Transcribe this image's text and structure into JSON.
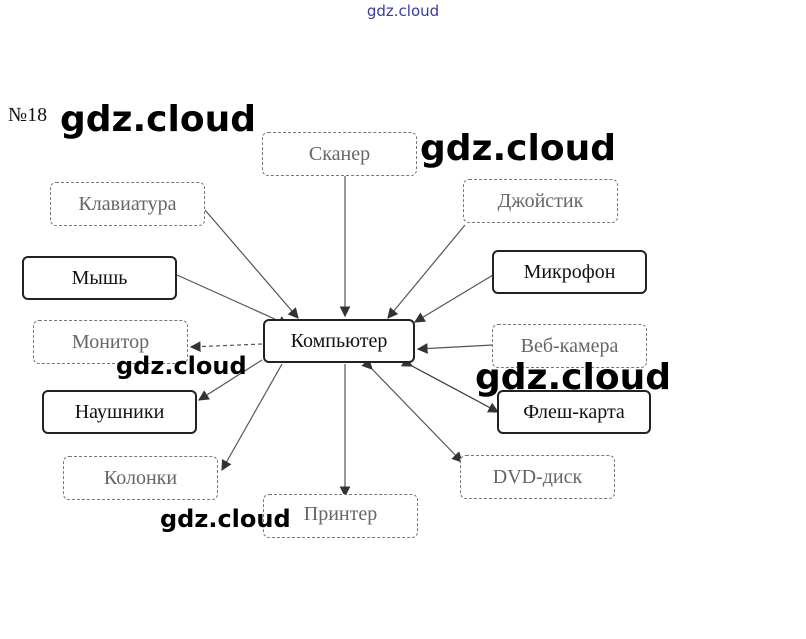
{
  "header_watermark": "gdz.cloud",
  "task_number": "№18",
  "watermarks": [
    "gdz.cloud",
    "gdz.cloud",
    "gdz.cloud",
    "gdz.cloud",
    "gdz.cloud"
  ],
  "nodes": {
    "center": "Компьютер",
    "scanner": "Сканер",
    "keyboard": "Клавиатура",
    "joystick": "Джойстик",
    "mouse": "Мышь",
    "microphone": "Микрофон",
    "monitor": "Монитор",
    "webcam": "Веб-камера",
    "headphones": "Наушники",
    "flash": "Флеш-карта",
    "speakers": "Колонки",
    "dvd": "DVD-диск",
    "printer": "Принтер"
  },
  "colors": {
    "line": "#555555",
    "watermark_top": "#3a3aa0"
  }
}
